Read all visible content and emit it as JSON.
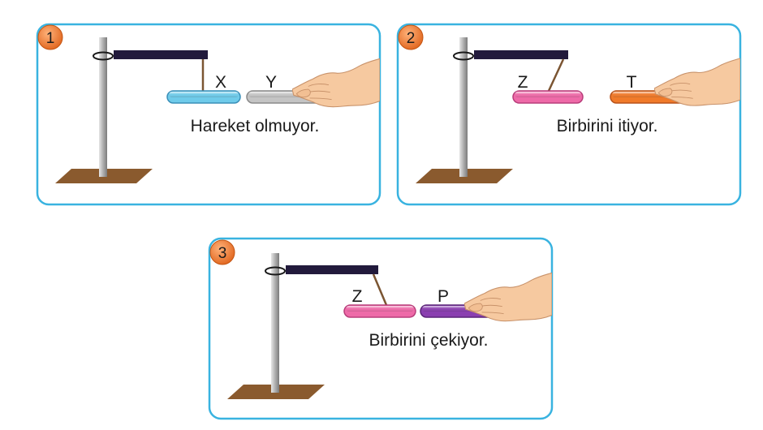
{
  "panels": [
    {
      "number": "1",
      "left_rod_label": "X",
      "right_rod_label": "Y",
      "caption": "Hareket olmuyor.",
      "left_rod_color": "#6fcbea",
      "right_rod_color": "#c4c4c4"
    },
    {
      "number": "2",
      "left_rod_label": "Z",
      "right_rod_label": "T",
      "caption": "Birbirini itiyor.",
      "left_rod_color": "#ee6aa8",
      "right_rod_color": "#f07a2a"
    },
    {
      "number": "3",
      "left_rod_label": "Z",
      "right_rod_label": "P",
      "caption": "Birbirini çekiyor.",
      "left_rod_color": "#ee6aa8",
      "right_rod_color": "#8a3fb0"
    }
  ],
  "colors": {
    "frame": "#39b3e0",
    "badge": "#ef7d2d",
    "stand_pole": "#a9a9a9",
    "stand_base": "#8a5a2e",
    "arm": "#221a3c",
    "string": "#7b5532",
    "hand": "#f6c9a0"
  }
}
